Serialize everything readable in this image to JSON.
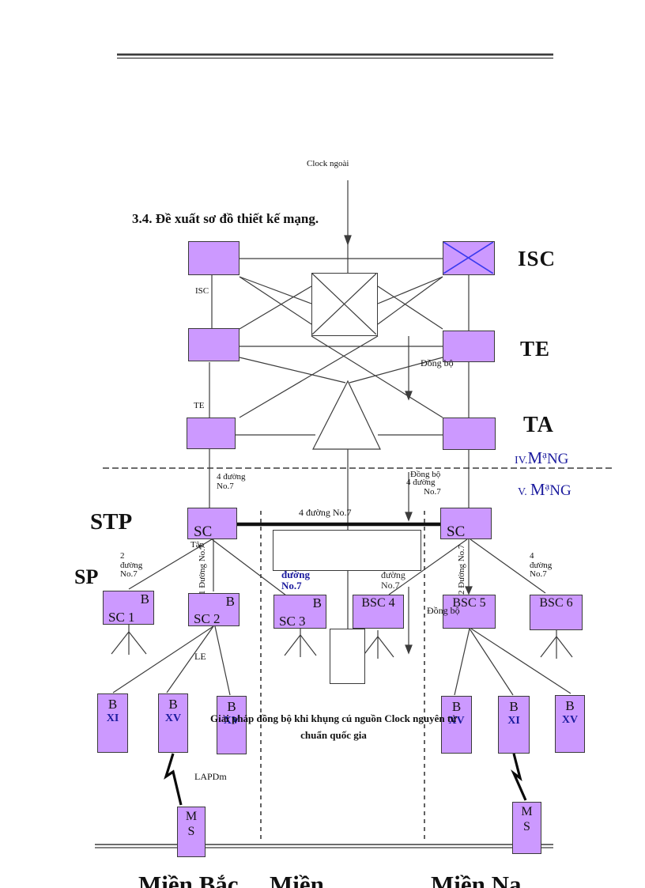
{
  "colors": {
    "box_fill": "#cc99ff",
    "box_border": "#3a3a3a",
    "line": "#3c3c3c",
    "blue_text": "#1b1b9e",
    "cross_blue": "#3b3bee"
  },
  "header": {
    "clock": "Clock ngoài",
    "heading": "3.4. Đề xuất sơ đồ thiết kế mạng."
  },
  "rows": {
    "isc": "ISC",
    "te": "TE",
    "ta": "TA",
    "stp": "STP",
    "sp": "SP"
  },
  "small": {
    "isc_line": "ISC",
    "te_line": "TE",
    "sync_te": "Đồng bộ",
    "sync_mid": "Đồng bộ",
    "sync_sp": "Đồng bộ",
    "tap": "Tập",
    "le": "LE",
    "lapdm": "LAPDm"
  },
  "mang": {
    "iv": "IV.",
    "v": "V.",
    "m": "M",
    "sup": "ạ",
    "ng": "NG"
  },
  "routes": {
    "left4": [
      "4 đường",
      "No.7"
    ],
    "mid4": [
      "4 đường",
      "No.7"
    ],
    "stp_link": "4 đường No.7",
    "sc1": [
      "2",
      "đường",
      "No.7"
    ],
    "sc2": "1 Đường No.7",
    "sc3": [
      "đường",
      "No.7"
    ],
    "bsc4": [
      "đường",
      "No.7"
    ],
    "bsc5": "2 Đường No.7",
    "bsc6": [
      "4",
      "đường",
      "No.7"
    ]
  },
  "stp_boxes": {
    "left": "SC",
    "right": "SC"
  },
  "sp_row": [
    {
      "corner": "B",
      "name": "SC 1"
    },
    {
      "corner": "B",
      "name": "SC 2"
    },
    {
      "corner": "B",
      "name": "SC 3"
    },
    {
      "name": "BSC 4"
    },
    {
      "name": "BSC 5"
    },
    {
      "name": "BSC 6"
    }
  ],
  "bts_row": [
    {
      "b": "B",
      "x": "XI"
    },
    {
      "b": "B",
      "x": "XV"
    },
    {
      "b": "B",
      "x": "XV"
    },
    {
      "b": "B",
      "x": "XV"
    },
    {
      "b": "B",
      "x": "XI"
    },
    {
      "b": "B",
      "x": "XV"
    }
  ],
  "note": {
    "line1": "Giải pháp đồng bộ khi khụng cú nguồn Clock nguyên tử",
    "line2": "chuẩn quốc gia"
  },
  "ms": {
    "m": "M",
    "s": "S"
  },
  "regions": [
    "Miền Bắc",
    "Miền",
    "Miền Na"
  ]
}
